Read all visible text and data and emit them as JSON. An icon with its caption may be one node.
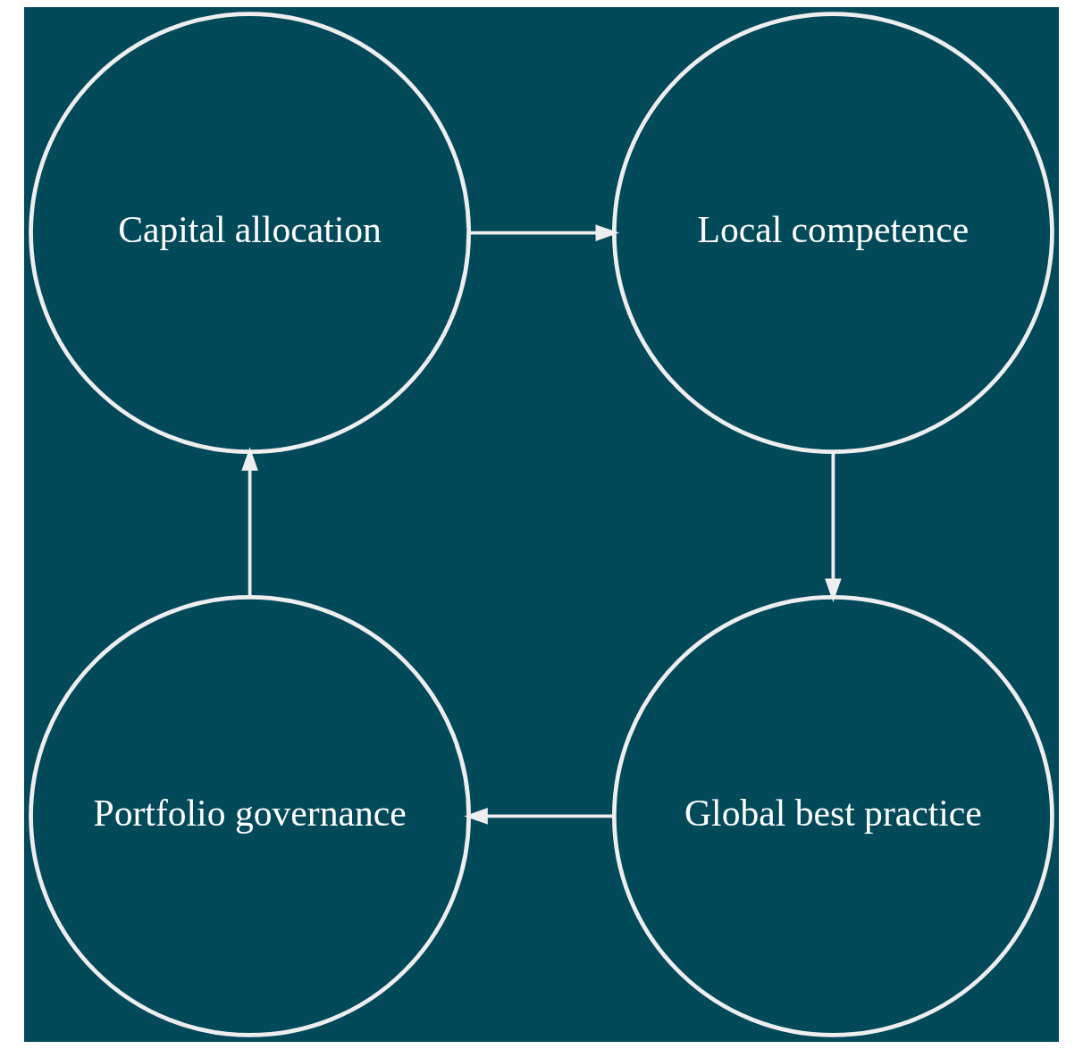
{
  "diagram": {
    "nodes": [
      {
        "text": [
          "Capital allocation"
        ]
      },
      {
        "text": [
          "Local competence"
        ]
      },
      {
        "text": [
          "Global best practice"
        ]
      },
      {
        "text": [
          "Portfolio governance"
        ]
      }
    ],
    "edges": [
      {
        "from": 0,
        "to": 1,
        "arrow": "to"
      },
      {
        "from": 1,
        "to": 2,
        "arrow": "to"
      },
      {
        "from": 2,
        "to": 3,
        "arrow": "to"
      },
      {
        "from": 3,
        "to": 0,
        "arrow": "to"
      }
    ]
  }
}
